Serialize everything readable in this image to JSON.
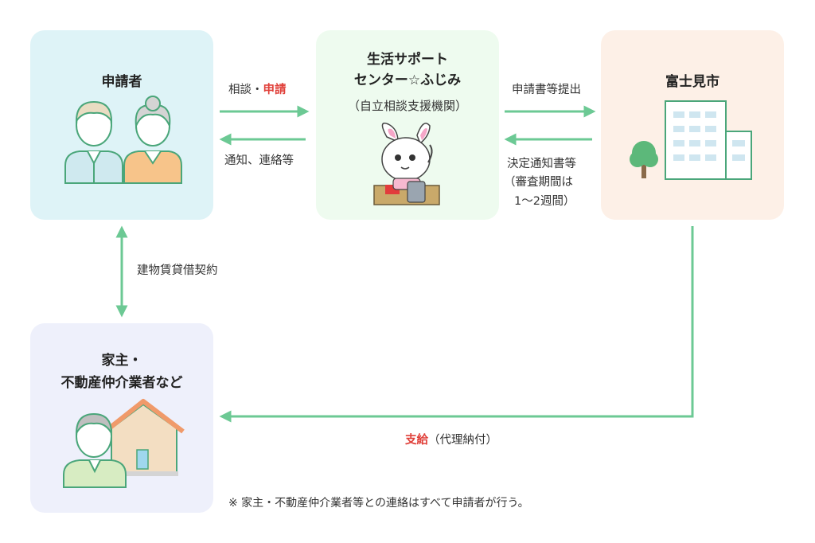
{
  "applicant": {
    "title": "申請者"
  },
  "center": {
    "title_line1": "生活サポート",
    "title_line2": "センター☆ふじみ",
    "subtitle": "（自立相談支援機関）"
  },
  "city": {
    "title": "富士見市"
  },
  "landlord": {
    "title_line1": "家主・",
    "title_line2": "不動産仲介業者など"
  },
  "flows": {
    "consult_prefix": "相談・",
    "consult_highlight": "申請",
    "notify": "通知、連絡等",
    "submit": "申請書等提出",
    "decision_line1": "決定通知書等",
    "decision_line2": "（審査期間は",
    "decision_line3": "1〜2週間）",
    "lease": "建物賃貸借契約",
    "payment_highlight": "支給",
    "payment_suffix": "（代理納付）"
  },
  "footnote": "※ 家主・不動産仲介業者等との連絡はすべて申請者が行う。",
  "colors": {
    "arrow": "#6cc994",
    "highlight": "#e0403a",
    "applicant_bg": "#def3f7",
    "center_bg": "#eefbef",
    "city_bg": "#fdf0e7",
    "landlord_bg": "#eef0fb"
  }
}
